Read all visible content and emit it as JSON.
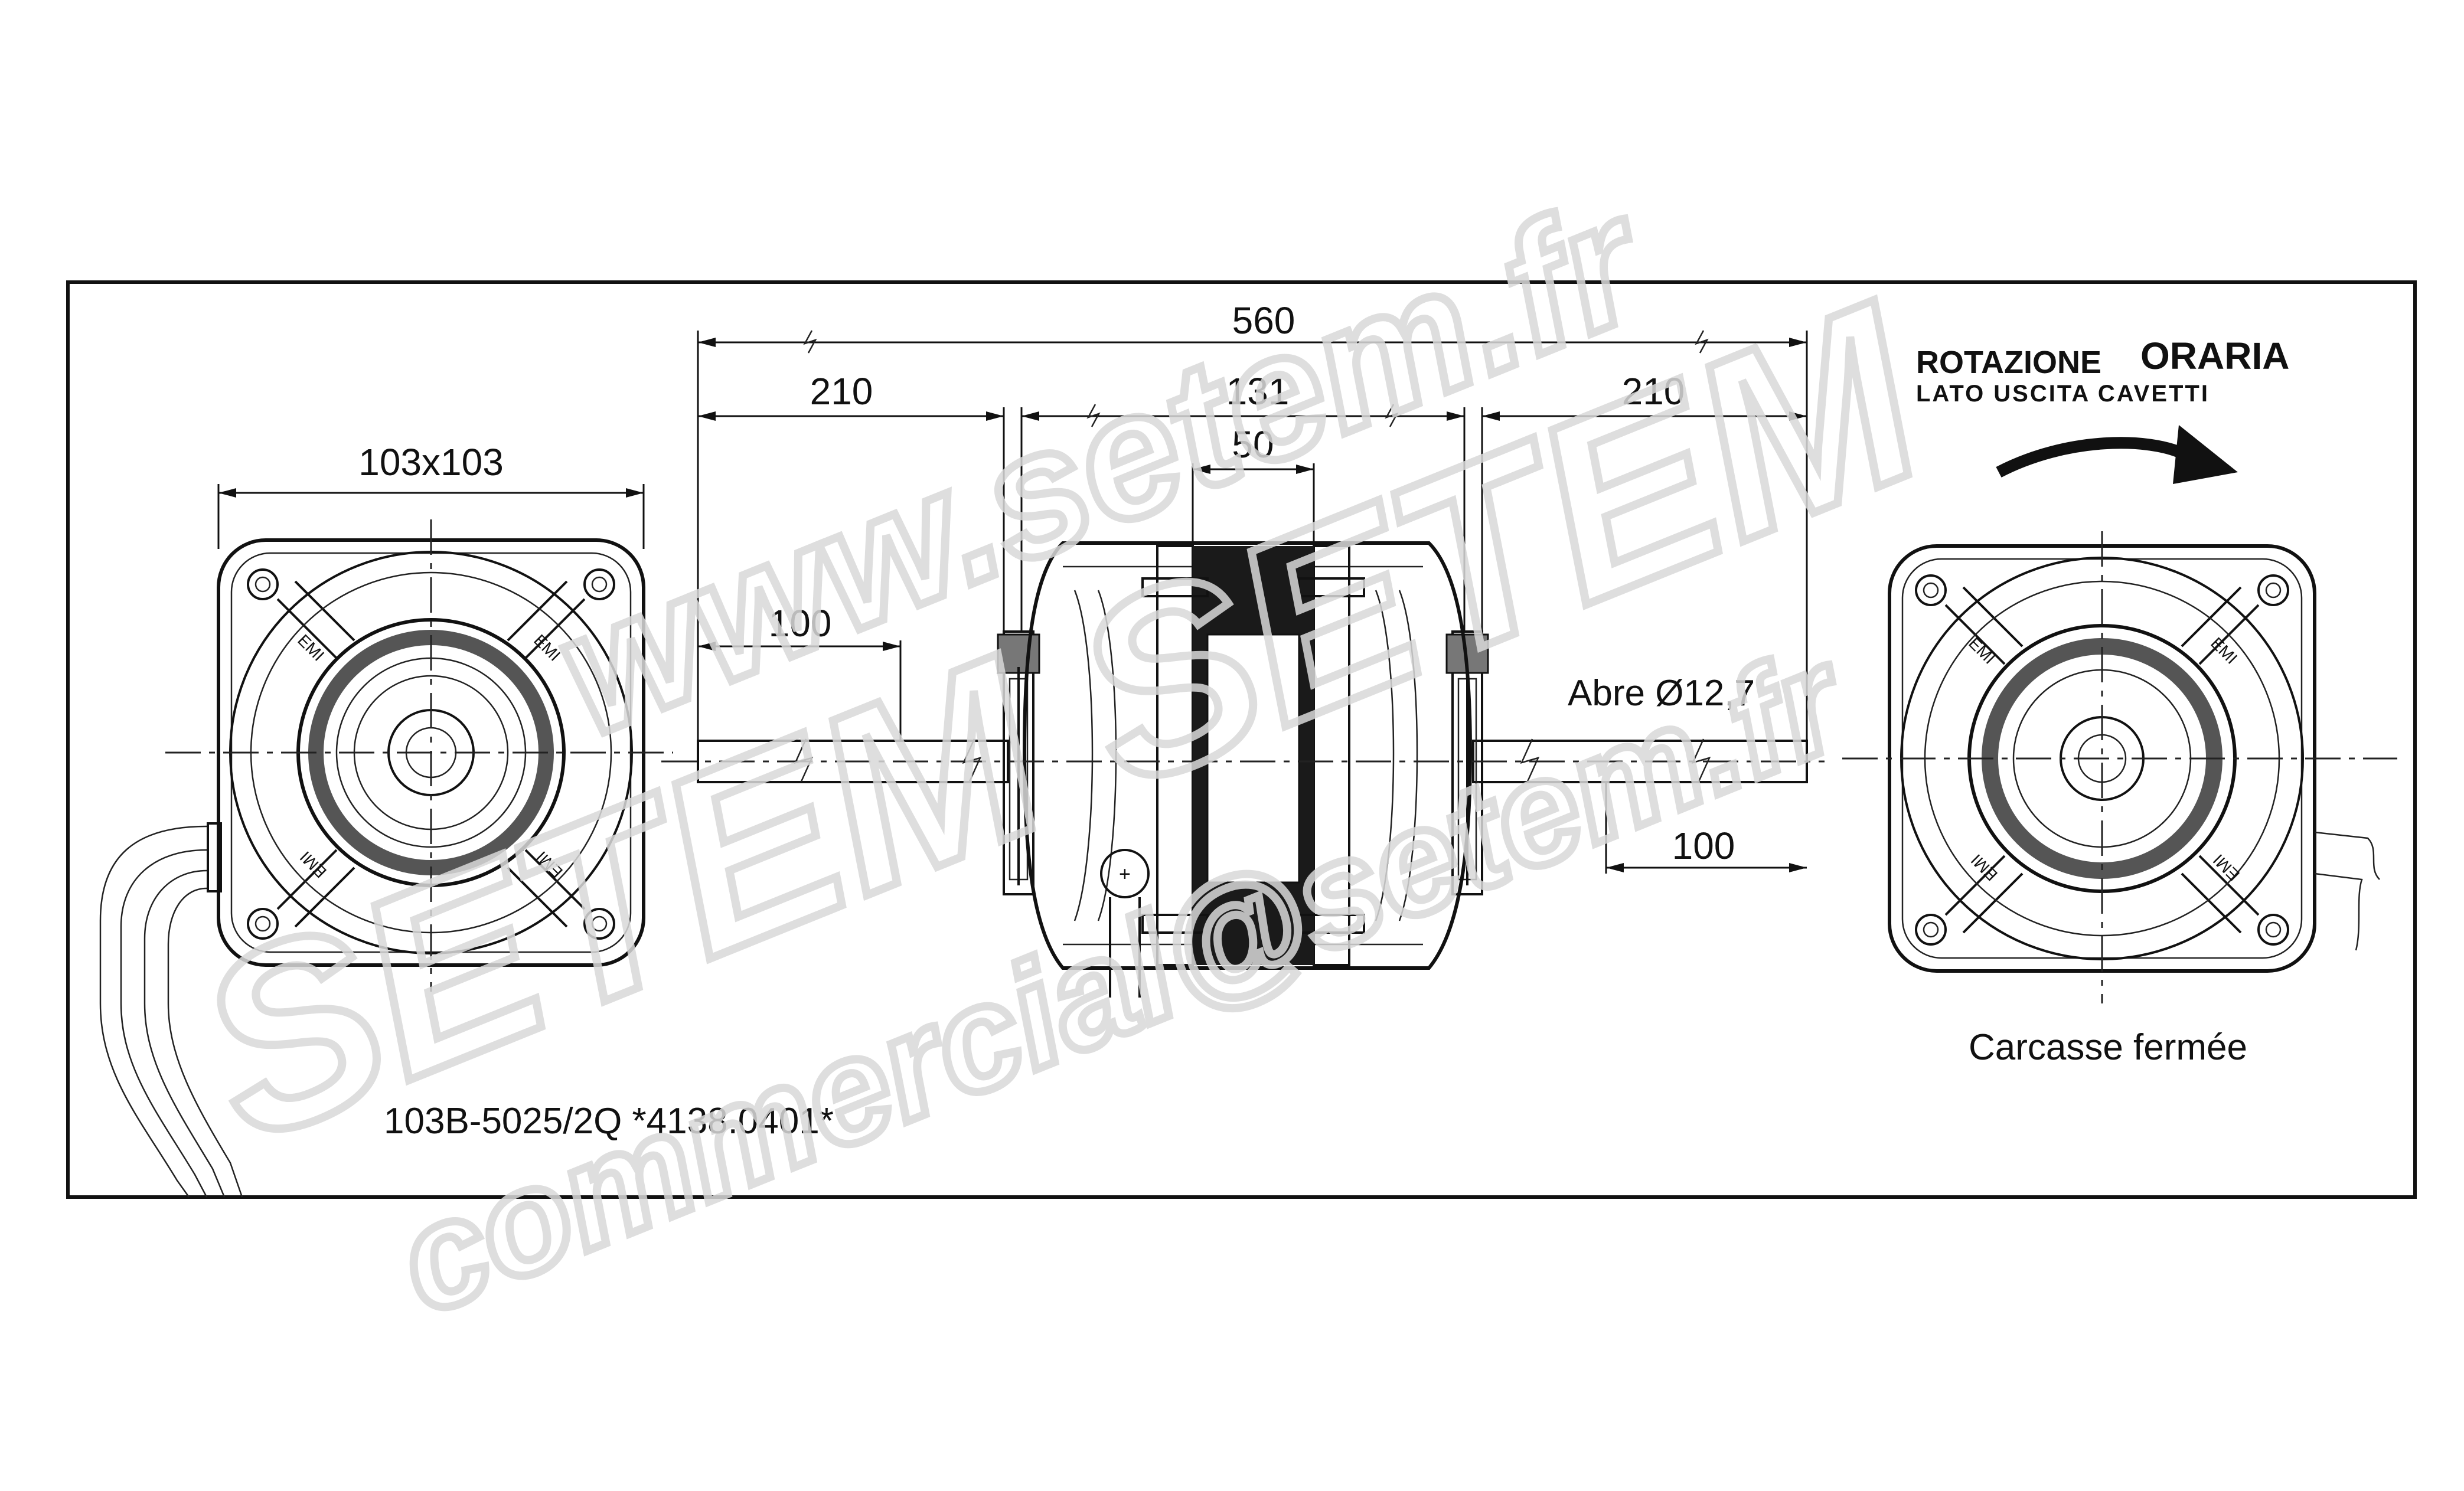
{
  "drawing": {
    "dimensions": {
      "overall_length": "560",
      "left_shaft_length": "210",
      "body_length": "131",
      "core_width": "50",
      "right_shaft_length": "210",
      "left_shaft_reduced": "100",
      "right_shaft_reduced": "100",
      "flange_size": "103x103",
      "shaft_label": "Abre Ø12,7"
    },
    "rotation": {
      "line1_a": "ROTAZIONE",
      "line1_b": "ORARIA",
      "line2": "LATO USCITA CAVETTI"
    },
    "part_number": "103B-5025/2Q *4138.0401*",
    "closed_frame_caption": "Carcasse fermée",
    "stamp_text": "EMI",
    "watermark": {
      "line1": "www.setem.fr",
      "line2": "SETEM SETEM",
      "line3": "commercial@setem.fr"
    }
  }
}
